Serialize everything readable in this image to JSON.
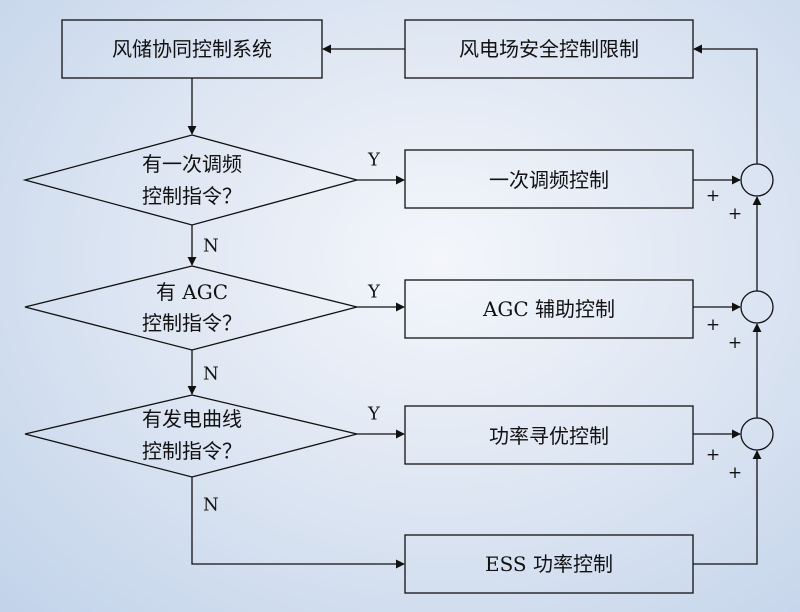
{
  "nodes": {
    "coordination_system": "风储协同控制系统",
    "wind_farm_safety_limit": "风电场安全控制限制",
    "decision_primary_freq": [
      "有一次调频",
      "控制指令？"
    ],
    "decision_agc": [
      "有 AGC",
      "控制指令？"
    ],
    "decision_curve": [
      "有发电曲线",
      "控制指令？"
    ],
    "primary_freq_control": "一次调频控制",
    "agc_aux_control": "AGC 辅助控制",
    "power_opt_control": "功率寻优控制",
    "ess_power_control": "ESS 功率控制"
  },
  "edge_labels": {
    "yes": "Y",
    "no": "N",
    "plus": "+"
  }
}
